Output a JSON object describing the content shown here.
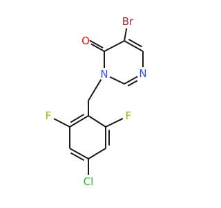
{
  "molecule": {
    "atoms": {
      "br": {
        "text": "Br",
        "color": "#a52a2a"
      },
      "o": {
        "text": "O",
        "color": "#ff0d0d"
      },
      "n1": {
        "text": "N",
        "color": "#3050f8"
      },
      "n3": {
        "text": "N",
        "color": "#3050f8"
      },
      "f1": {
        "text": "F",
        "color": "#90c000"
      },
      "f2": {
        "text": "F",
        "color": "#90c000"
      },
      "cl": {
        "text": "Cl",
        "color": "#1fc01f"
      }
    },
    "bond_color": "#1a1a1a"
  }
}
